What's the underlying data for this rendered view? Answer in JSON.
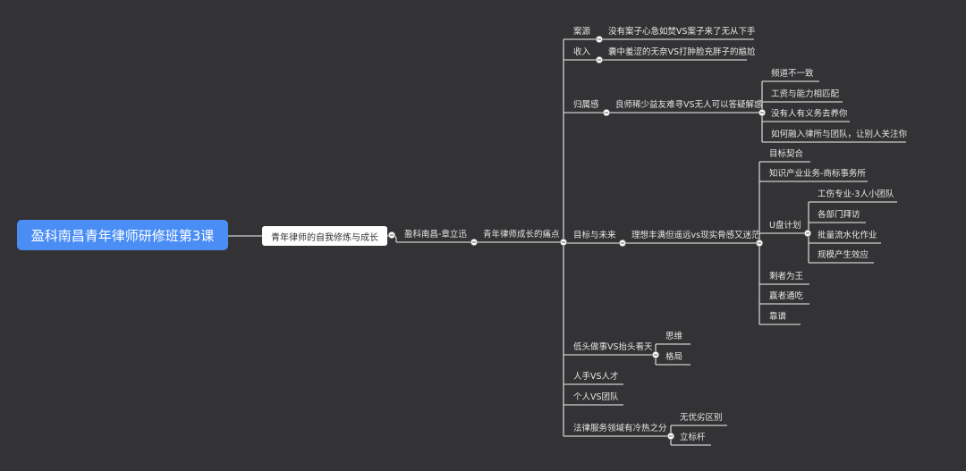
{
  "root": "盈科南昌青年律师研修班第3课",
  "main_topic": "青年律师的自我修炼与成长",
  "branch": {
    "label": "盈科南昌-章立迅",
    "child": {
      "label": "青年律师成长的痛点",
      "topics": [
        {
          "label": "案源",
          "children": [
            {
              "label": "没有案子心急如焚VS案子来了无从下手"
            }
          ]
        },
        {
          "label": "收入",
          "children": [
            {
              "label": "囊中羞涩的无奈VS打肿脸充胖子的尴尬"
            }
          ]
        },
        {
          "label": "归属感",
          "children": [
            {
              "label": "良师稀少益友难寻VS无人可以答疑解惑",
              "children": [
                {
                  "label": "频道不一致"
                },
                {
                  "label": "工资与能力相匹配"
                },
                {
                  "label": "没有人有义务去养你"
                },
                {
                  "label": "如何融入律所与团队，让别人关注你"
                }
              ]
            }
          ]
        },
        {
          "label": "目标与未来",
          "children": [
            {
              "label": "理想丰满但遥远vs现实骨感又迷茫",
              "children": [
                {
                  "label": "目标契合"
                },
                {
                  "label": "知识产业业务-商标事务所"
                },
                {
                  "label": "U盘计划",
                  "children": [
                    {
                      "label": "工伤专业-3人小团队"
                    },
                    {
                      "label": "各部门拜访"
                    },
                    {
                      "label": "批量流水化作业"
                    },
                    {
                      "label": "规模产生效应"
                    }
                  ]
                },
                {
                  "label": "剩者为王"
                },
                {
                  "label": "赢者通吃"
                },
                {
                  "label": "靠谱"
                }
              ]
            }
          ]
        },
        {
          "label": "低头做事VS抬头看天",
          "children": [
            {
              "label": "思维"
            },
            {
              "label": "格局"
            }
          ]
        },
        {
          "label": "人手VS人才"
        },
        {
          "label": "个人VS团队"
        },
        {
          "label": "法律服务领域有冷热之分",
          "children": [
            {
              "label": "无优劣区别"
            },
            {
              "label": "立标杆"
            }
          ]
        }
      ]
    }
  },
  "colors": {
    "background": "#333335",
    "root": "#4a8ef5",
    "line": "#cfcfcf",
    "text": "#e6e6e6"
  }
}
